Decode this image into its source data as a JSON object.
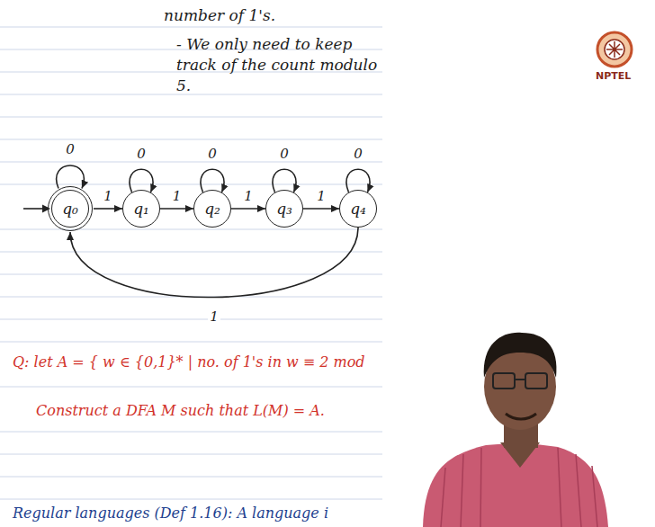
{
  "diagram": {
    "nodes": [
      {
        "text": [
          "q₀"
        ]
      },
      {
        "text": [
          "q₁"
        ]
      },
      {
        "text": [
          "q₂"
        ]
      },
      {
        "text": [
          "q₃"
        ]
      },
      {
        "text": [
          "q₄"
        ]
      }
    ],
    "edges": [
      {
        "from": 0,
        "to": 1,
        "label": "1",
        "arrow": "to"
      },
      {
        "from": 1,
        "to": 2,
        "label": "1",
        "arrow": "to"
      },
      {
        "from": 2,
        "to": 3,
        "label": "1",
        "arrow": "to"
      },
      {
        "from": 3,
        "to": 4,
        "label": "1",
        "arrow": "to"
      },
      {
        "from": 4,
        "to": 0,
        "label": "1",
        "arrow": "to"
      },
      {
        "from": 0,
        "to": 0,
        "label": "0",
        "arrow": "to"
      },
      {
        "from": 1,
        "to": 1,
        "label": "0",
        "arrow": "to"
      },
      {
        "from": 2,
        "to": 2,
        "label": "0",
        "arrow": "to"
      },
      {
        "from": 3,
        "to": 3,
        "label": "0",
        "arrow": "to"
      },
      {
        "from": 4,
        "to": 4,
        "label": "0",
        "arrow": "to"
      }
    ],
    "labels": [
      "number of 1's.",
      "- We only need to keep track of the count modulo 5.",
      "Q: let A = { w ∈ {0,1}* | no. of 1's in w ≡ 2 mod",
      "Construct a DFA M such that L(M) = A.",
      "Regular languages (Def 1.16): A language i",
      "NPTEL"
    ]
  }
}
